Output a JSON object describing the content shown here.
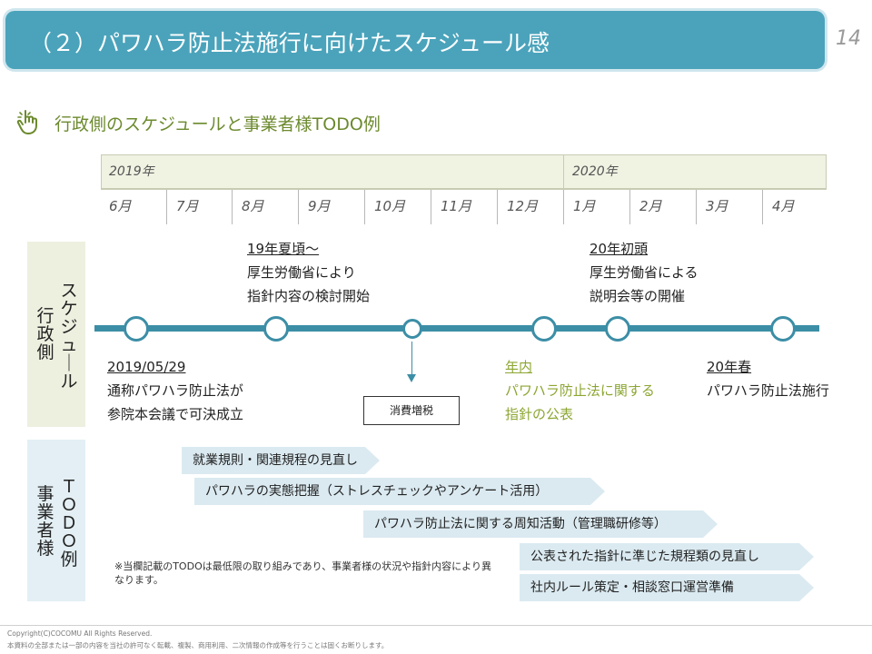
{
  "header": {
    "title": "（２）パワハラ防止法施行に向けたスケジュール感",
    "page_number": "14"
  },
  "section": {
    "title": "行政側のスケジュールと事業者様TODO例",
    "icon": "pointing-hand-icon"
  },
  "timeline": {
    "years": [
      "2019年",
      "2020年"
    ],
    "months": [
      "6月",
      "7月",
      "8月",
      "9月",
      "10月",
      "11月",
      "12月",
      "1月",
      "2月",
      "3月",
      "4月"
    ]
  },
  "rows": {
    "gov_label_col1": "スケジュール",
    "gov_label_col2": "行政側",
    "todo_label_col1": "ＴＯＤＯ例",
    "todo_label_col2": "事業者様"
  },
  "events": {
    "top1": {
      "date": "19年夏頃～",
      "line1": "厚生労働省により",
      "line2": "指針内容の検討開始"
    },
    "top2": {
      "date": "20年初頭",
      "line1": "厚生労働省による",
      "line2": "説明会等の開催"
    },
    "bottom1": {
      "date": "2019/05/29",
      "line1": "通称パワハラ防止法が",
      "line2": "参院本会議で可決成立"
    },
    "bottom2": {
      "date": "年内",
      "line1": "パワハラ防止法に関する",
      "line2": "指針の公表"
    },
    "bottom3": {
      "date": "20年春",
      "line1": "パワハラ防止法施行"
    },
    "tax": "消費増税"
  },
  "todos": [
    "就業規則・関連規程の見直し",
    "パワハラの実態把握（ストレスチェックやアンケート活用）",
    "パワハラ防止法に関する周知活動（管理職研修等）",
    "公表された指針に準じた規程類の見直し",
    "社内ルール策定・相談窓口運営準備"
  ],
  "note": "※当欄記載のTODOは最低限の取り組みであり、事業者様の状況や指針内容により異なります。",
  "footer": {
    "copyright": "Copyright(C)COCOMU All Rights Reserved.",
    "notice": "本資料の全部または一部の内容を当社の許可なく転載、複製、商用利用、二次情報の作成等を行うことは固くお断りします。"
  },
  "colors": {
    "title_bar": "#4aa3bb",
    "timeline": "#3c8ea6",
    "accent_green": "#8ca632",
    "section_green": "#6c8a2e",
    "todo_fill": "#dbeaf1"
  }
}
